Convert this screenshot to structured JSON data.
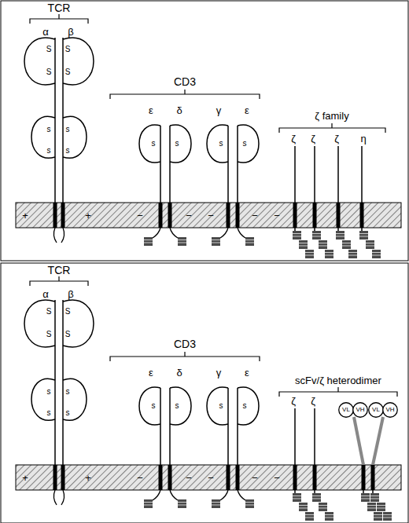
{
  "diagram": {
    "nodes": [
      {
        "text": [
          "VL"
        ]
      },
      {
        "text": [
          "VH"
        ]
      },
      {
        "text": [
          "VL"
        ]
      },
      {
        "text": [
          "VH"
        ]
      }
    ],
    "labels": [
      "TCR",
      "α",
      "β",
      "S",
      "S",
      "S",
      "S",
      "s",
      "s",
      "s",
      "s",
      "CD3",
      "ε",
      "δ",
      "γ",
      "ε",
      "s",
      "s",
      "s",
      "s",
      "ζ family",
      "ζ",
      "ζ",
      "ζ",
      "η",
      "+",
      "+",
      "−",
      "−",
      "−",
      "−",
      "−",
      "TCR",
      "α",
      "β",
      "S",
      "S",
      "S",
      "S",
      "s",
      "s",
      "s",
      "s",
      "CD3",
      "ε",
      "δ",
      "γ",
      "ε",
      "s",
      "s",
      "s",
      "s",
      "scFv/ζ heterodimer",
      "ζ",
      "ζ",
      "+",
      "+",
      "−",
      "−",
      "−",
      "−",
      "−"
    ]
  }
}
